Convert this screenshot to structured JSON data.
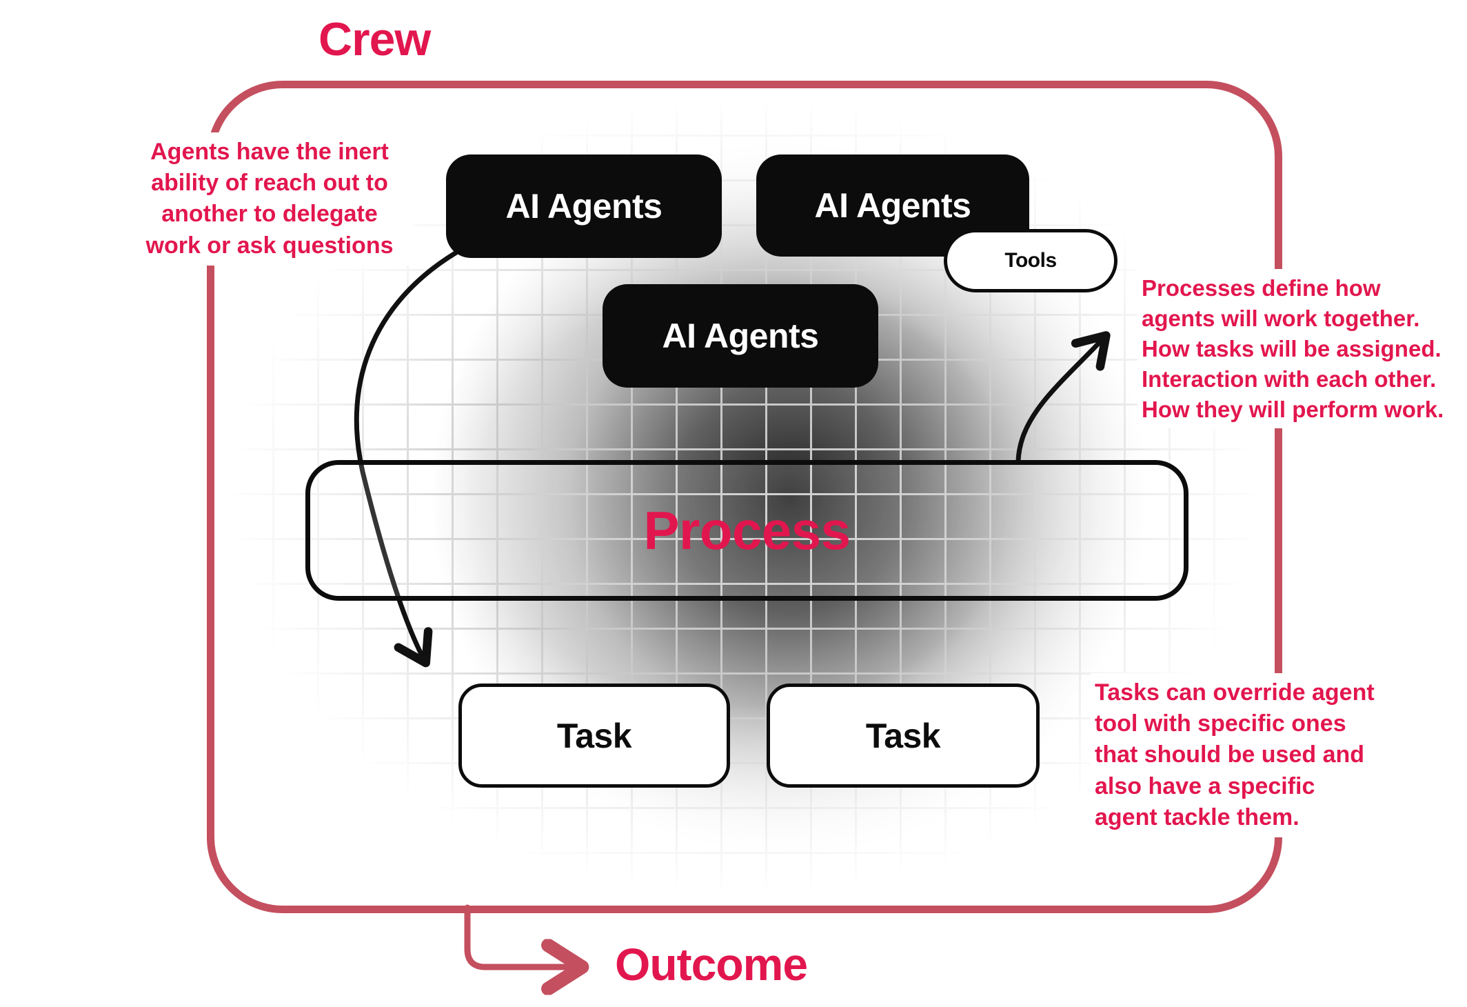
{
  "crew": {
    "label": "Crew"
  },
  "outcome": {
    "label": "Outcome"
  },
  "boxes": {
    "agent_top_left": "AI Agents",
    "agent_top_right": "AI Agents",
    "agent_middle": "AI Agents",
    "tools": "Tools",
    "process": "Process",
    "task_left": "Task",
    "task_right": "Task"
  },
  "annotations": {
    "left": "Agents have the inert\nability of reach out to\nanother to delegate\nwork or ask questions",
    "right_top": "Processes define how\nagents will work together.\nHow tasks will be assigned.\nInteraction with each other.\nHow they will perform work.",
    "right_bottom": "Tasks can override agent\ntool with specific ones\nthat should be used and\nalso have a specific\nagent tackle them."
  },
  "colors": {
    "accent_text": "#E2164E",
    "border_red": "#C44F5E",
    "box_black": "#0C0C0C",
    "grid_line": "#C9C9C9"
  }
}
